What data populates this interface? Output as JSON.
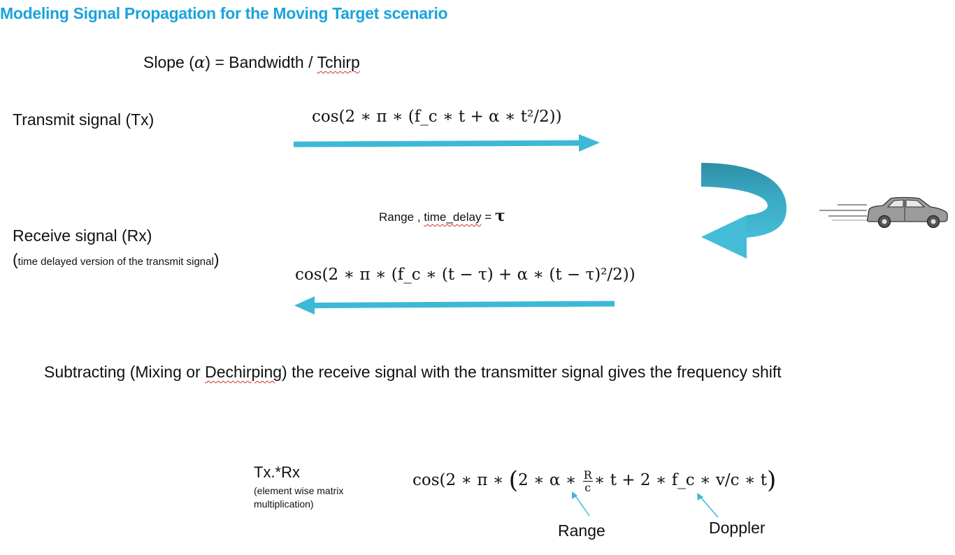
{
  "title": "Modeling Signal Propagation for the Moving Target scenario",
  "slope": {
    "prefix": "Slope (",
    "alpha": "α",
    "mid": ") = Bandwidth / ",
    "tchirp": "Tchirp"
  },
  "transmit": {
    "label": "Transmit signal (Tx)",
    "equation": "cos(2 ∗ π ∗ (f_c ∗ t +  α ∗ t²/2))"
  },
  "receive": {
    "label": "Receive signal (Rx)",
    "sub_open": "(",
    "sub_text": "time delayed version of the transmit signal",
    "sub_close": ")",
    "equation": "cos(2 ∗ π ∗ (f_c ∗ (t − τ) +  α ∗ (t − τ)²/2))"
  },
  "range_delay": {
    "range": "Range ,  ",
    "time_delay": "time_delay",
    "equals": " = ",
    "tau": "τ"
  },
  "subtract": {
    "part1": "Subtracting (Mixing or ",
    "dechirping": "Dechirping",
    "part2": ") the receive signal with the transmitter signal gives the frequency shift"
  },
  "mix": {
    "label": "Tx.*Rx",
    "sub": "(element wise matrix multiplication)",
    "eq_start": "cos(2 ∗ π ∗ ",
    "eq_mid": "2 ∗ α  ∗",
    "frac_num": "R",
    "frac_den": "c",
    "eq_end": "∗ t  + 2 ∗ f_c ∗ v/c ∗ t",
    "range_label": "Range",
    "doppler_label": "Doppler"
  },
  "colors": {
    "title": "#1aa3dd",
    "arrow": "#3db8d6",
    "curve_dark": "#2f8ea6",
    "curve_light": "#45bcd8"
  }
}
